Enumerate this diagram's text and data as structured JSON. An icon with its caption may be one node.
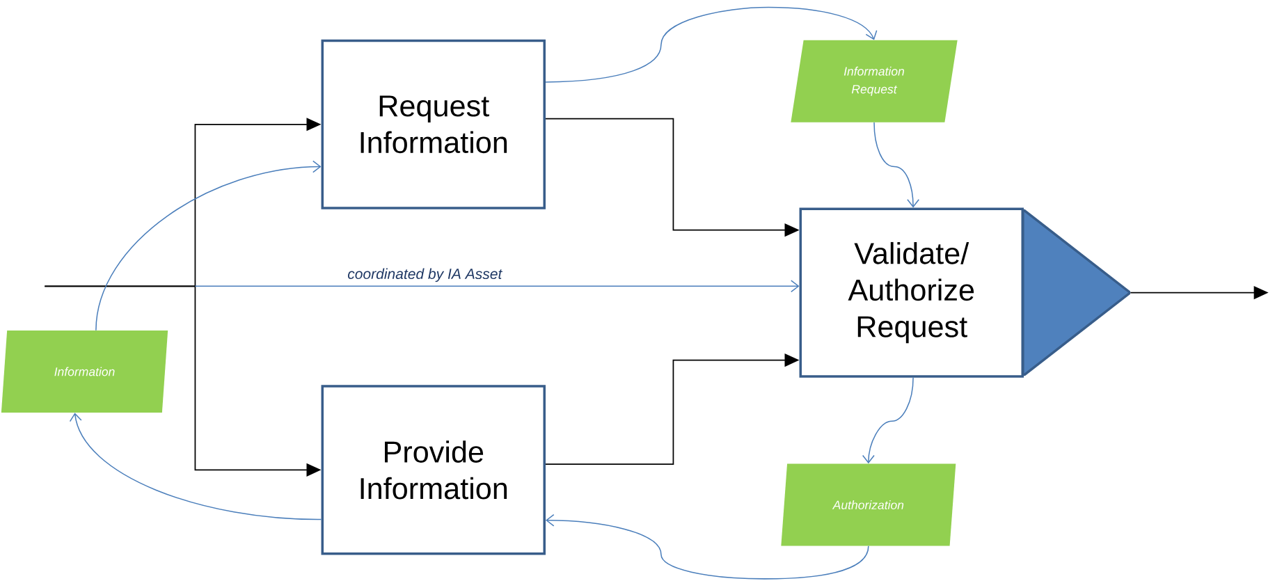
{
  "diagram": {
    "nodes": [
      {
        "text": [
          "Request Information"
        ]
      },
      {
        "text": [
          "Information Request"
        ]
      },
      {
        "text": [
          "Validate/ Authorize Request"
        ]
      },
      {
        "text": [],
        "shape": "triangle"
      },
      {
        "text": [
          "Information"
        ]
      },
      {
        "text": [
          "Provide Information"
        ]
      },
      {
        "text": [
          "Authorization"
        ]
      }
    ],
    "edges": [
      {
        "from": null,
        "to": 0,
        "arrow": "to",
        "color": "#000000"
      },
      {
        "from": null,
        "to": 5,
        "arrow": "to",
        "color": "#000000"
      },
      {
        "from": null,
        "to": 2,
        "arrow": "to",
        "label": "coordinated by IA Asset"
      },
      {
        "from": 0,
        "to": 2,
        "arrow": "to",
        "color": "#000000"
      },
      {
        "from": 5,
        "to": 2,
        "arrow": "to",
        "color": "#000000"
      },
      {
        "from": 0,
        "to": 1,
        "arrow": "to"
      },
      {
        "from": 1,
        "to": 2,
        "arrow": "to"
      },
      {
        "from": 2,
        "to": 6,
        "arrow": "to"
      },
      {
        "from": 6,
        "to": 5,
        "arrow": "to"
      },
      {
        "from": 5,
        "to": 4,
        "arrow": "to"
      },
      {
        "from": 4,
        "to": 0,
        "arrow": "to"
      },
      {
        "from": 3,
        "to": null,
        "arrow": "to",
        "color": "#000000"
      }
    ]
  }
}
